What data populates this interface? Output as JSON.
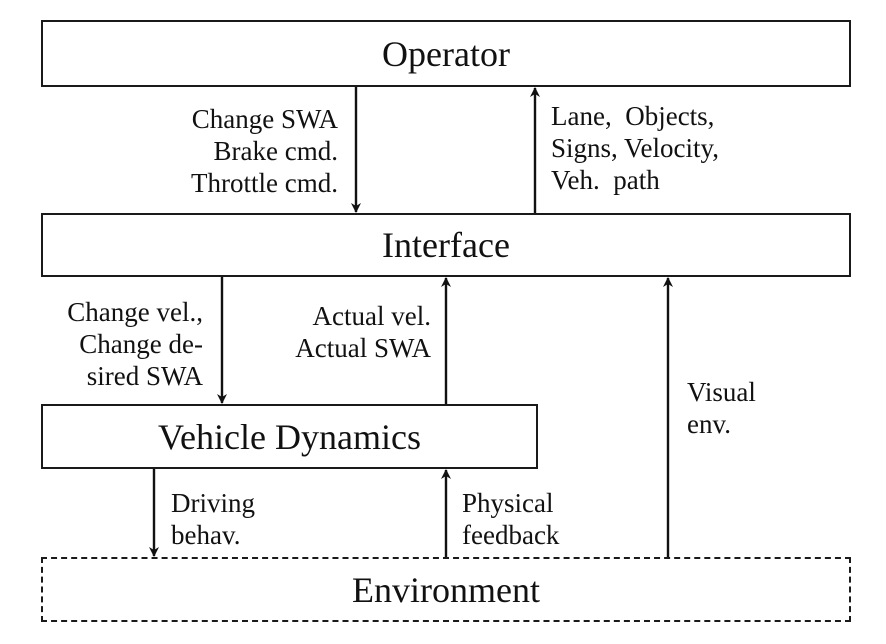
{
  "boxes": {
    "operator": "Operator",
    "interface": "Interface",
    "vehicle_dynamics": "Vehicle Dynamics",
    "environment": "Environment"
  },
  "flows": {
    "operator_to_interface": [
      "Change SWA",
      "Brake cmd.",
      "Throttle cmd."
    ],
    "interface_to_operator": [
      "Lane,  Objects,",
      "Signs, Velocity,",
      "Veh.  path"
    ],
    "interface_to_vehicle": [
      "Change vel.,",
      "Change de-",
      "sired SWA"
    ],
    "vehicle_to_interface": [
      "Actual vel.",
      "Actual SWA"
    ],
    "environment_to_interface": [
      "Visual",
      "env."
    ],
    "vehicle_to_environment": [
      "Driving",
      "behav."
    ],
    "environment_to_vehicle": [
      "Physical",
      "feedback"
    ]
  }
}
